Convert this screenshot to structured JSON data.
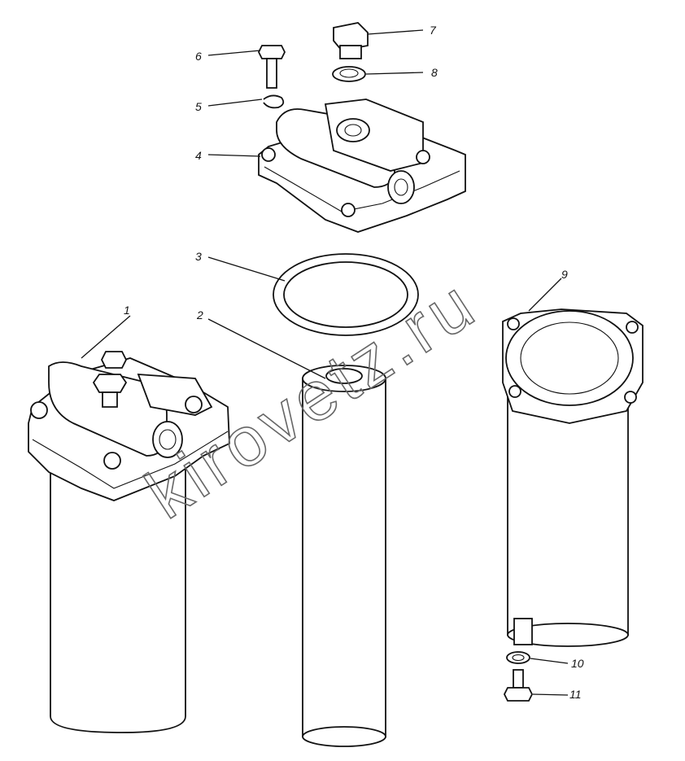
{
  "watermark": "kirovetz.ru",
  "labels": {
    "p1": "1",
    "p2": "2",
    "p3": "3",
    "p4": "4",
    "p5": "5",
    "p6": "6",
    "p7": "7",
    "p8": "8",
    "p9": "9",
    "p10": "10",
    "p11": "11"
  },
  "colors": {
    "ink": "#111111",
    "paper": "#ffffff",
    "watermark": "#666666"
  }
}
